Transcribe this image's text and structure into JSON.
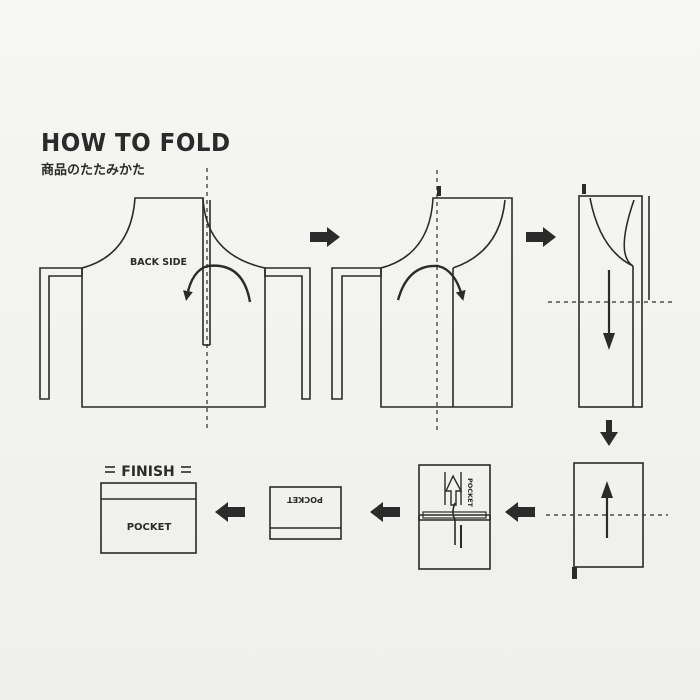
{
  "header": {
    "title": "HOW TO FOLD",
    "subtitle": "商品のたたみかた"
  },
  "labels": {
    "back_side": "BACK SIDE",
    "finish": "FINISH",
    "pocket": "POCKET"
  },
  "colors": {
    "ink": "#2b2b2b",
    "background": "#f3f3f0"
  },
  "icons": {
    "step_arrow": "right-arrow-icon",
    "fold_arrow": "curved-arrow-icon"
  }
}
